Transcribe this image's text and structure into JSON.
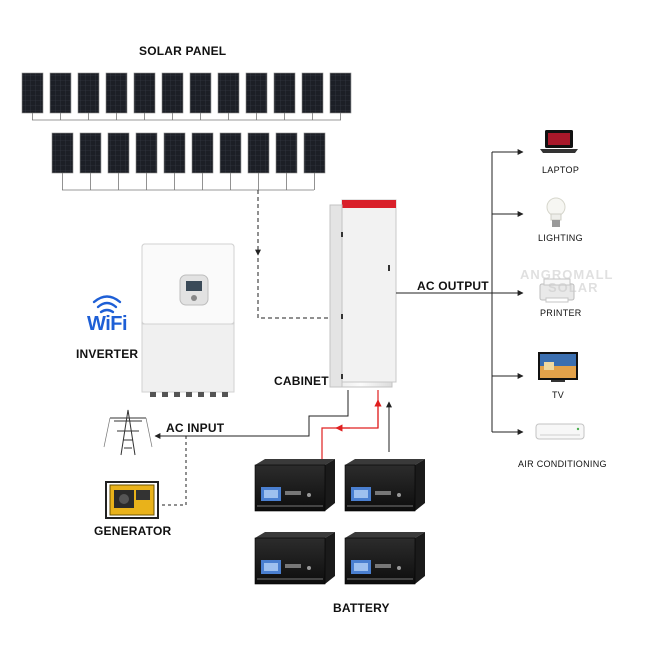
{
  "labels": {
    "solar_panel": "SOLAR PANEL",
    "inverter": "INVERTER",
    "wifi": "WiFi",
    "cabinet": "CABINET",
    "ac_output": "AC OUTPUT",
    "ac_input": "AC INPUT",
    "generator": "GENERATOR",
    "battery": "BATTERY"
  },
  "loads": [
    {
      "label": "LAPTOP",
      "icon": "laptop-icon"
    },
    {
      "label": "LIGHTING",
      "icon": "light-bulb-icon"
    },
    {
      "label": "PRINTER",
      "icon": "printer-icon"
    },
    {
      "label": "TV",
      "icon": "tv-icon"
    },
    {
      "label": "AIR CONDITIONING",
      "icon": "air-conditioner-icon"
    }
  ],
  "watermark": {
    "line1": "ANGROMALL",
    "line2": "SOLAR"
  },
  "colors": {
    "cabinet_top": "#d9202a",
    "wifi_blue": "#1e5fd6",
    "dc_line": "#e02020",
    "wire": "#333333"
  }
}
